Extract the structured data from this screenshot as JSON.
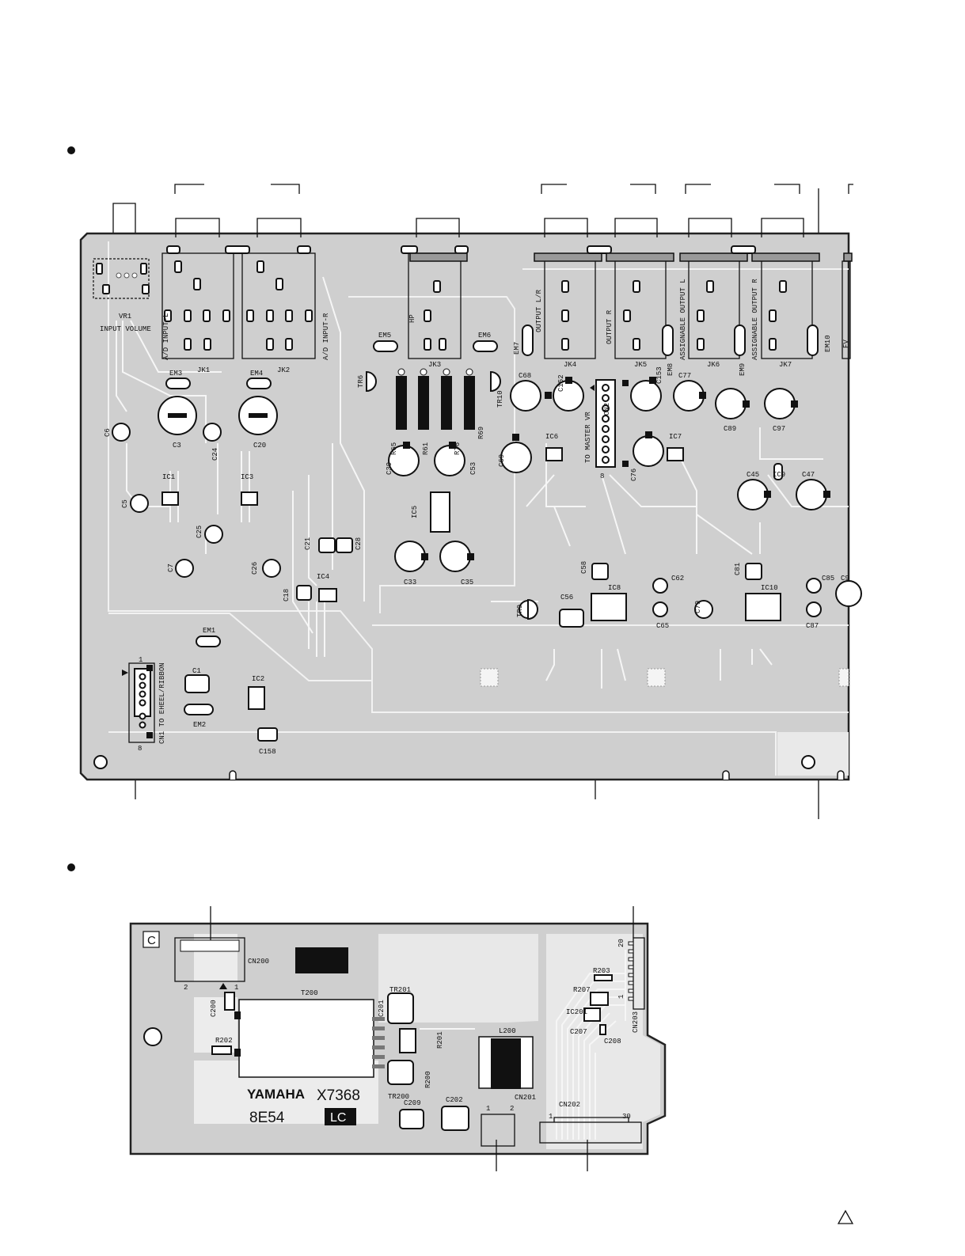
{
  "title": "",
  "main_board": {
    "labels": {
      "vr1": "VR1",
      "input_volume": "INPUT VOLUME",
      "ad_input_l": "A/D INPUT-L",
      "ad_input_r": "A/D INPUT-R",
      "jk1": "JK1",
      "jk2": "JK2",
      "jk3": "JK3",
      "jk4": "JK4",
      "jk5": "JK5",
      "jk6": "JK6",
      "jk7": "JK7",
      "hp": "HP",
      "output_lr": "OUTPUT L/R",
      "output_r": "OUTPUT R",
      "assignable_output_l": "ASSIGNABLE OUTPUT L",
      "assignable_output_r": "ASSIGNABLE OUTPUT R",
      "fv": "FV",
      "to_master_vr": "TO MASTER VR",
      "cn2": "CN2",
      "cn1": "CN1 TO EHEEL/RIBBON",
      "em1": "EM1",
      "em2": "EM2",
      "em3": "EM3",
      "em4": "EM4",
      "em5": "EM5",
      "em6": "EM6",
      "em7": "EM7",
      "em8": "EM8",
      "em9": "EM9",
      "em10": "EM10",
      "ic1": "IC1",
      "ic2": "IC2",
      "ic3": "IC3",
      "ic4": "IC4",
      "ic5": "IC5",
      "ic6": "IC6",
      "ic7": "IC7",
      "ic8": "IC8",
      "ic9": "IC9",
      "ic10": "IC10",
      "tr6": "TR6",
      "tr9": "TR9",
      "tr10": "TR10",
      "r65": "R65",
      "r61": "R61",
      "r76": "R76",
      "r69": "R69",
      "c1": "C1",
      "c3": "C3",
      "c5": "C5",
      "c6": "C6",
      "c7": "C7",
      "c18": "C18",
      "c20": "C20",
      "c21": "C21",
      "c24": "C24",
      "c25": "C25",
      "c26": "C26",
      "c28": "C28",
      "c33": "C33",
      "c35": "C35",
      "c39": "C39",
      "c45": "C45",
      "c47": "C47",
      "c53": "C53",
      "c56": "C56",
      "c58": "C58",
      "c62": "C62",
      "c65": "C65",
      "c68": "C68",
      "c69": "C69",
      "c76": "C76",
      "c77": "C77",
      "c79": "C79",
      "c81": "C81",
      "c85": "C85",
      "c87": "C87",
      "c89": "C89",
      "c9": "C9",
      "c97": "C97",
      "c152": "C152",
      "c153": "C153",
      "c158": "C158",
      "pin1": "1",
      "pin8": "8",
      "cn2_pin8": "8"
    }
  },
  "sub_board": {
    "labels": {
      "corner": "C",
      "cn200": "CN200",
      "cn200_pin2": "2",
      "cn200_pin1": "1",
      "c200": "C200",
      "t200": "T200",
      "r202": "R202",
      "c201": "C201",
      "tr201": "TR201",
      "r201": "R201",
      "r200": "R200",
      "tr200": "TR200",
      "l200": "L200",
      "cn201": "CN201",
      "cn201_pin1": "1",
      "cn201_pin2": "2",
      "c209": "C209",
      "c202": "C202",
      "r203": "R203",
      "r207": "R207",
      "ic201": "IC201",
      "c207": "C207",
      "c208": "C208",
      "cn203": "CN203",
      "cn203_pin20": "20",
      "cn203_pin1": "1",
      "cn202": "CN202",
      "cn202_pin1": "1",
      "cn202_pin30": "30",
      "yamaha": "YAMAHA",
      "part_no": "X7368",
      "lot_no": "8E54",
      "lc_badge": "LC"
    }
  }
}
